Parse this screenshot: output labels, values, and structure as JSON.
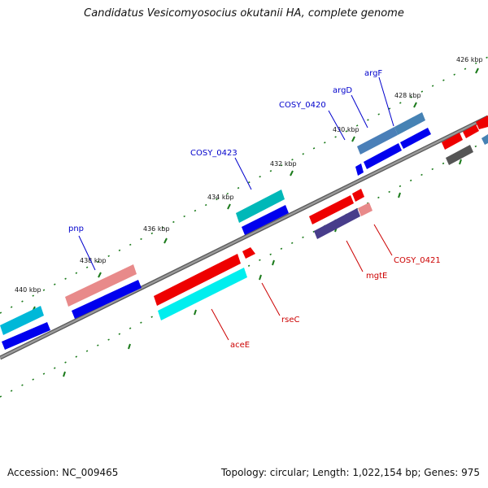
{
  "title": "Candidatus Vesicomyosocius okutanii HA, complete genome",
  "footer": {
    "accession": "Accession: NC_009465",
    "summary": "Topology: circular; Length: 1,022,154 bp; Genes: 975"
  },
  "colors": {
    "forward_label": "#0000cc",
    "reverse_label": "#cc0000",
    "tick": "#1a7a1a",
    "backbone": "#808080",
    "gene_blue": "#0000ee",
    "gene_red": "#ee0000",
    "gene_cyan": "#00cccc",
    "gene_steel": "#4682b4",
    "gene_pink": "#e88a8a",
    "gene_slate": "#483d8b",
    "gene_gray": "#555555"
  },
  "kbp_labels": [
    "426 kbp",
    "428 kbp",
    "430 kbp",
    "432 kbp",
    "434 kbp",
    "436 kbp",
    "438 kbp",
    "440 kbp"
  ],
  "forward_genes": [
    "argF",
    "argD",
    "COSY_0420",
    "COSY_0423",
    "pnp"
  ],
  "reverse_genes": [
    "COSY_0421",
    "mgtE",
    "rseC",
    "aceE"
  ]
}
